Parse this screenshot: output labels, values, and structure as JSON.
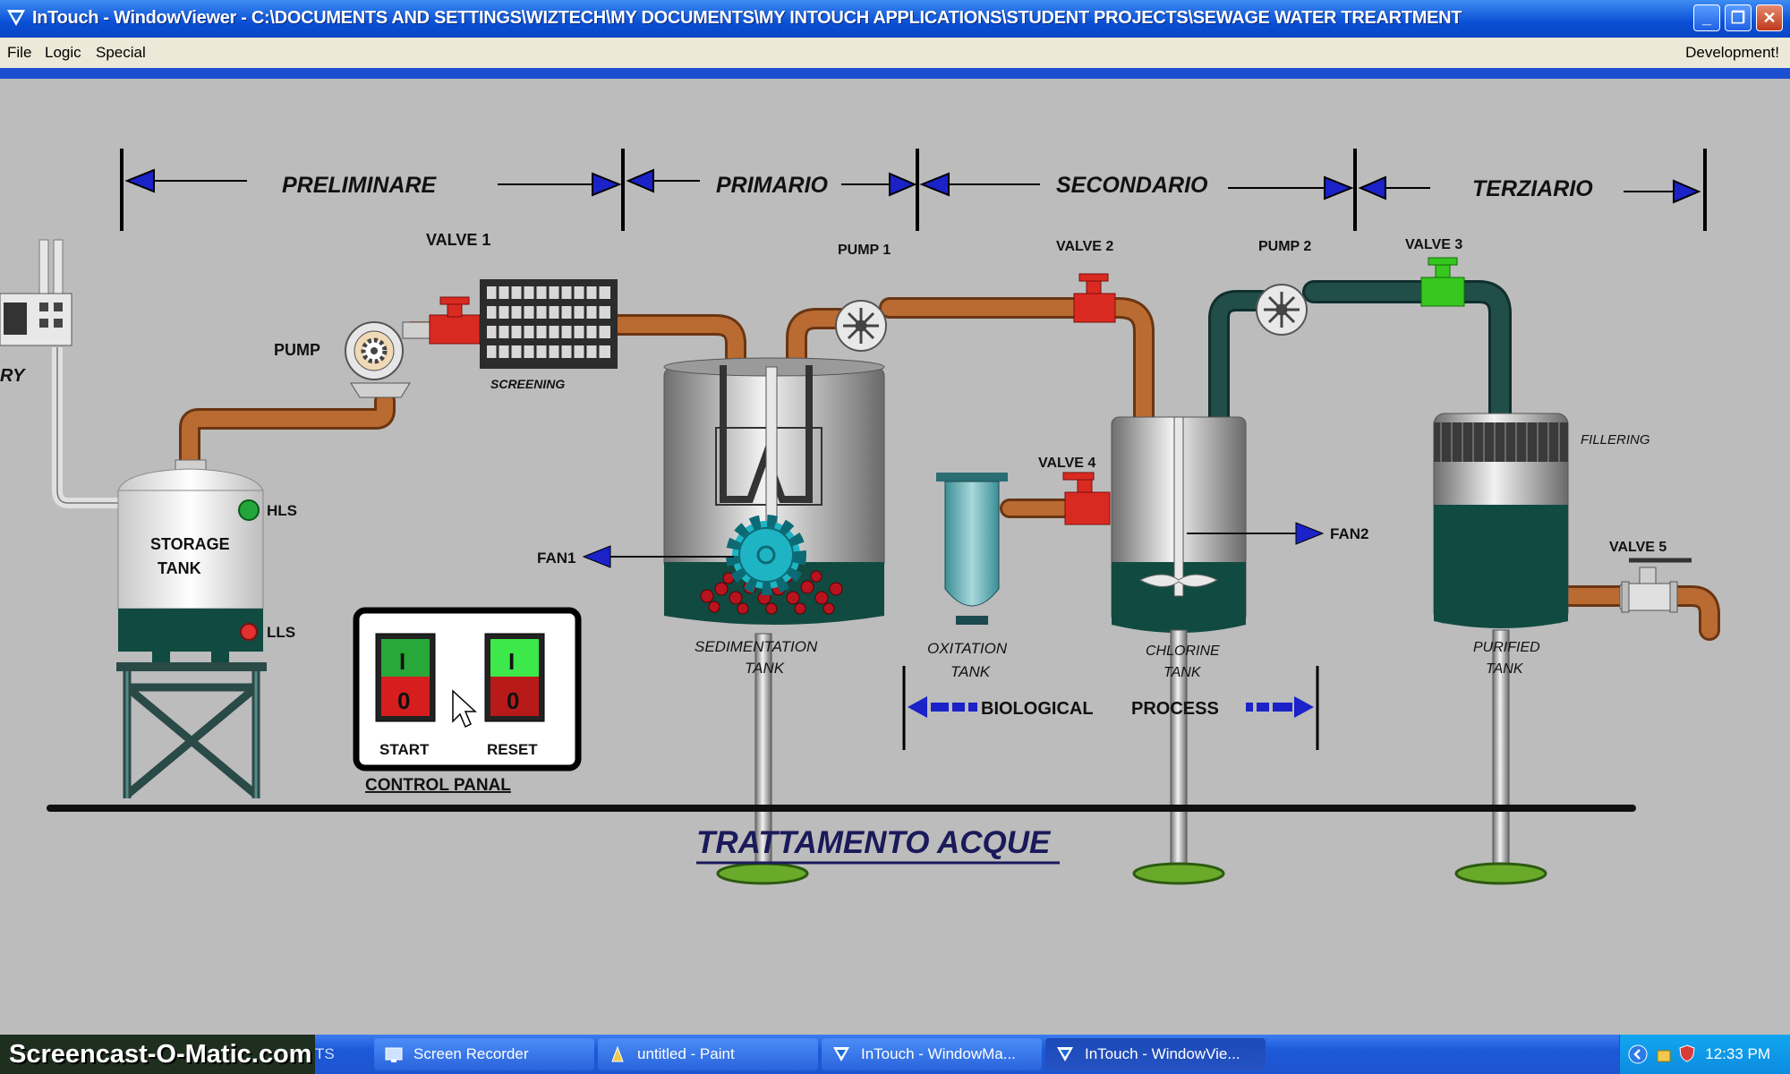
{
  "window": {
    "title": "InTouch - WindowViewer - C:\\DOCUMENTS AND SETTINGS\\WIZTECH\\MY DOCUMENTS\\MY INTOUCH APPLICATIONS\\STUDENT PROJECTS\\SEWAGE WATER TREARTMENT",
    "menu": [
      "File",
      "Logic",
      "Special"
    ],
    "mode_label": "Development!"
  },
  "stages": [
    "PRELIMINARE",
    "PRIMARIO",
    "SECONDARIO",
    "TERZIARIO"
  ],
  "labels": {
    "valve1": "VALVE 1",
    "valve2": "VALVE 2",
    "valve3": "VALVE 3",
    "valve4": "VALVE 4",
    "valve5": "VALVE 5",
    "pump": "PUMP",
    "pump1": "PUMP 1",
    "pump2": "PUMP 2",
    "screening": "SCREENING",
    "hls": "HLS",
    "lls": "LLS",
    "storage_tank_l1": "STORAGE",
    "storage_tank_l2": "TANK",
    "fan1": "FAN1",
    "fan2": "FAN2",
    "sedimentation_l1": "SEDIMENTATION",
    "sedimentation_l2": "TANK",
    "oxitation_l1": "OXITATION",
    "oxitation_l2": "TANK",
    "chlorine_l1": "CHLORINE",
    "chlorine_l2": "TANK",
    "purified_l1": "PURIFIED",
    "purified_l2": "TANK",
    "filtering": "FILLERING",
    "biological": "BIOLOGICAL",
    "process": "PROCESS",
    "partial_left": "RY"
  },
  "control_panel": {
    "title": "CONTROL PANAL",
    "start_label": "START",
    "reset_label": "RESET",
    "on_symbol": "I",
    "off_symbol": "0"
  },
  "footer_title": "TRATTAMENTO ACQUE",
  "taskbar": {
    "watermark": "Screencast-O-Matic.com",
    "watermark_tail": "TS",
    "items": [
      "Screen Recorder",
      "untitled - Paint",
      "InTouch - WindowMa...",
      "InTouch - WindowVie..."
    ],
    "clock": "12:33 PM"
  },
  "colors": {
    "pipe_orange": "#b0622a",
    "pipe_teal": "#1f4a44",
    "tank_liquid": "#0f4a40",
    "valve_red": "#d92a22",
    "valve_green": "#36c81e",
    "arrow_blue": "#1a22c8",
    "gear_cyan": "#1fb4c4"
  },
  "icons": [
    "app-icon",
    "minimize-icon",
    "restore-icon",
    "close-icon",
    "gear-icon",
    "fan-icon",
    "valve-icon",
    "mouse-cursor-icon"
  ]
}
